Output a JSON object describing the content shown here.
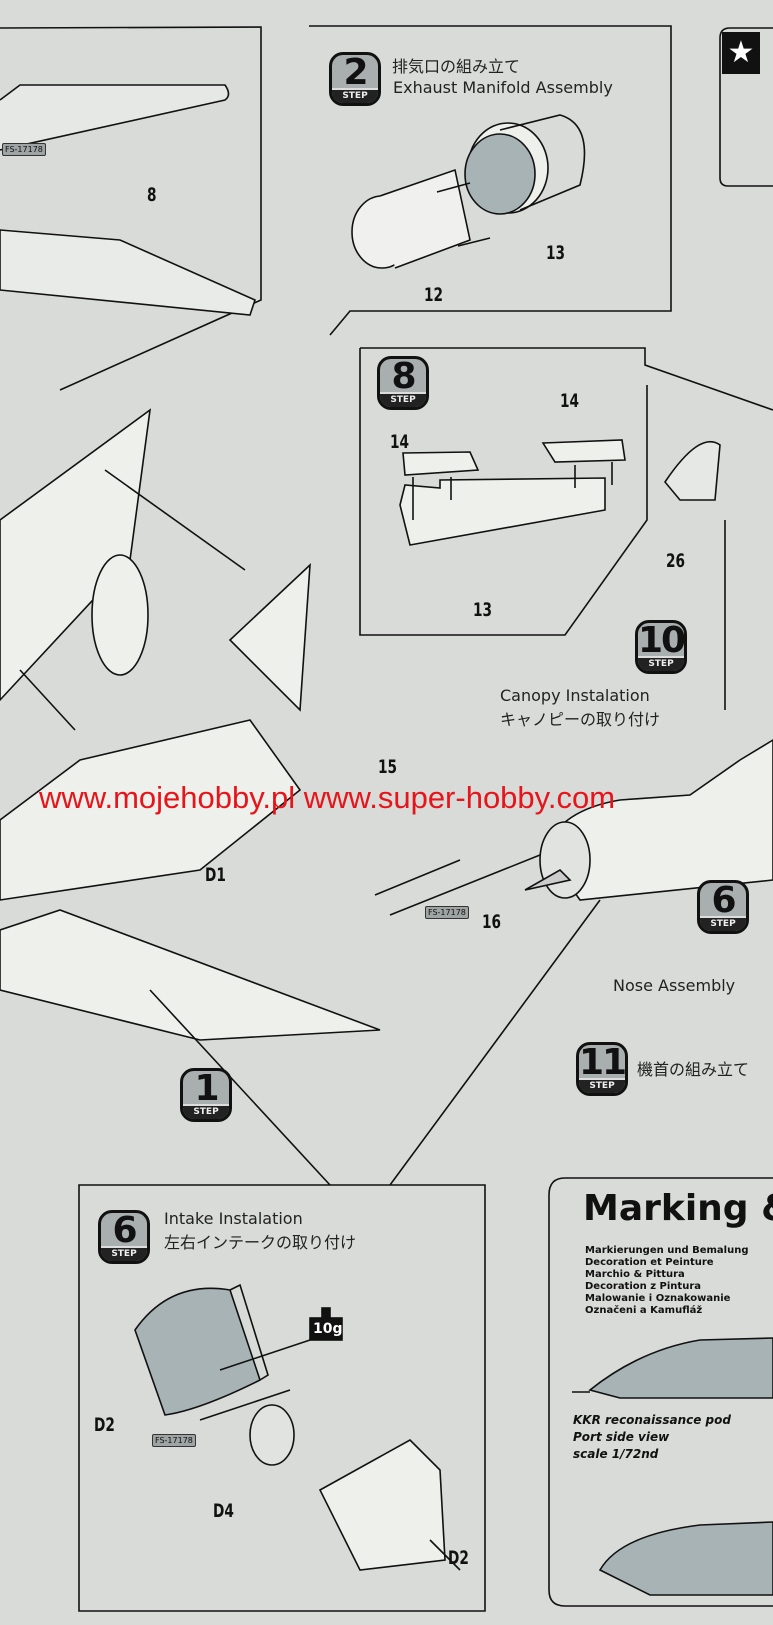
{
  "watermark": "www.mojehobby.pl www.super-hobby.com",
  "step_word": "STEP",
  "paint_code": "FS-17178",
  "star_icon": "star",
  "step2": {
    "number": "2",
    "title_jp": "排気口の組み立て",
    "title_en": "Exhaust Manifold Assembly",
    "parts": [
      "12",
      "13"
    ]
  },
  "step8": {
    "number": "8",
    "parts": [
      "14",
      "14",
      "13"
    ]
  },
  "step10": {
    "number": "10",
    "title_en": "Canopy Instalation",
    "title_jp": "キャノピーの取り付け",
    "parts": [
      "26"
    ]
  },
  "step6_nose": {
    "number": "6",
    "parts": [
      "15",
      "16"
    ]
  },
  "step11": {
    "number": "11",
    "title_en": "Nose Assembly",
    "title_jp": "機首の組み立て"
  },
  "step1": {
    "number": "1",
    "parts": [
      "8",
      "D1"
    ]
  },
  "step6_intake": {
    "number": "6",
    "title_en": "Intake Instalation",
    "title_jp": "左右インテークの取り付け",
    "weight": "10g",
    "parts": [
      "D2",
      "D4",
      "D2"
    ]
  },
  "marking": {
    "title": "Marking &",
    "subtitles": [
      "Markierungen und Bemalung",
      "Decoration et Peinture",
      "Marchio & Pittura",
      "Decoration z Pintura",
      "Malowanie i Oznakowanie",
      "Označeni a Kamufláž"
    ],
    "caption": [
      "KKR reconaissance pod",
      "Port side view",
      "scale 1/72nd"
    ]
  }
}
